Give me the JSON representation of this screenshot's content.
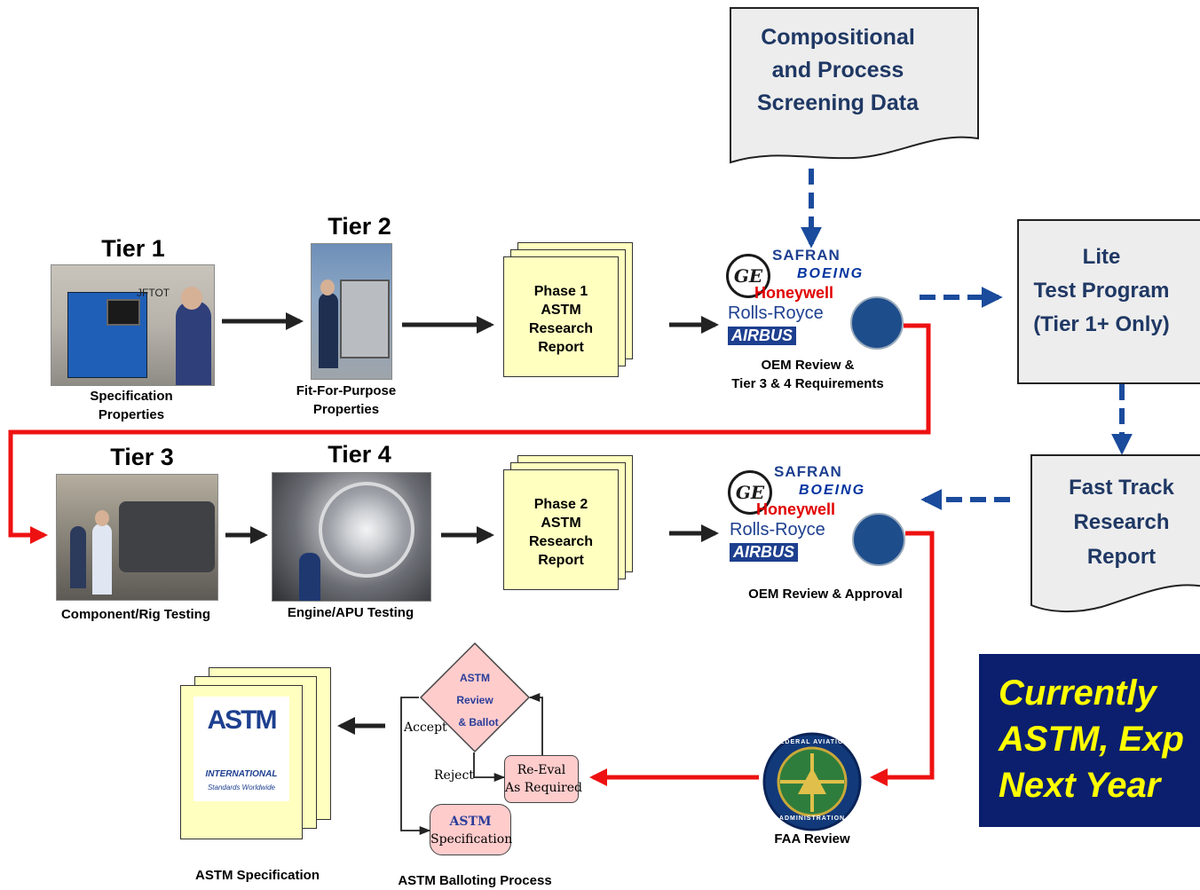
{
  "tiers": {
    "tier1": {
      "label": "Tier 1",
      "photo_label": "JFTOT",
      "caption": [
        "Specification",
        "Properties"
      ]
    },
    "tier2": {
      "label": "Tier 2",
      "caption": [
        "Fit-For-Purpose",
        "Properties"
      ]
    },
    "tier3": {
      "label": "Tier 3",
      "caption": [
        "Component/Rig Testing"
      ]
    },
    "tier4": {
      "label": "Tier 4",
      "caption": [
        "Engine/APU Testing"
      ]
    }
  },
  "reports": {
    "phase1": [
      "Phase 1",
      "ASTM",
      "Research",
      "Report"
    ],
    "phase2": [
      "Phase 2",
      "ASTM",
      "Research",
      "Report"
    ]
  },
  "screening": [
    "Compositional",
    "and Process",
    "Screening Data"
  ],
  "oem": {
    "logos": {
      "safran": "SAFRAN",
      "boeing": "BOEING",
      "honeywell": "Honeywell",
      "rolls_royce": "Rolls-Royce",
      "airbus": "AIRBUS"
    },
    "review1_caption": [
      "OEM Review &",
      "Tier 3 & 4 Requirements"
    ],
    "review2_caption": [
      "OEM Review & Approval"
    ]
  },
  "lite": [
    "Lite",
    "Test Program",
    "(Tier 1+ Only)"
  ],
  "fast_track": [
    "Fast Track",
    "Research",
    "Report"
  ],
  "faa": {
    "caption": "FAA Review",
    "seal_top": "FEDERAL AVIATION",
    "seal_bottom": "ADMINISTRATION"
  },
  "balloting": {
    "diamond": [
      "ASTM",
      "Review",
      "& Ballot"
    ],
    "accept": "Accept",
    "reject": "Reject",
    "reeval": [
      "Re-Eval",
      "As Required"
    ],
    "spec_box": [
      "ASTM",
      "Specification"
    ],
    "caption": "ASTM Balloting Process"
  },
  "astm_doc": {
    "logo_text": "ASTM",
    "international": "INTERNATIONAL",
    "tagline": "Standards Worldwide",
    "caption": "ASTM Specification"
  },
  "note": [
    "Currently",
    "ASTM, Exp",
    "Next Year"
  ],
  "colors": {
    "red_flow": "#ee1111",
    "blue_dash": "#1a4b9c",
    "doc_fill": "#ffffc0",
    "note_bg": "#0b1f6e",
    "note_text": "#ffff00",
    "box_text": "#1f3864",
    "pink": "#ffcccc"
  }
}
